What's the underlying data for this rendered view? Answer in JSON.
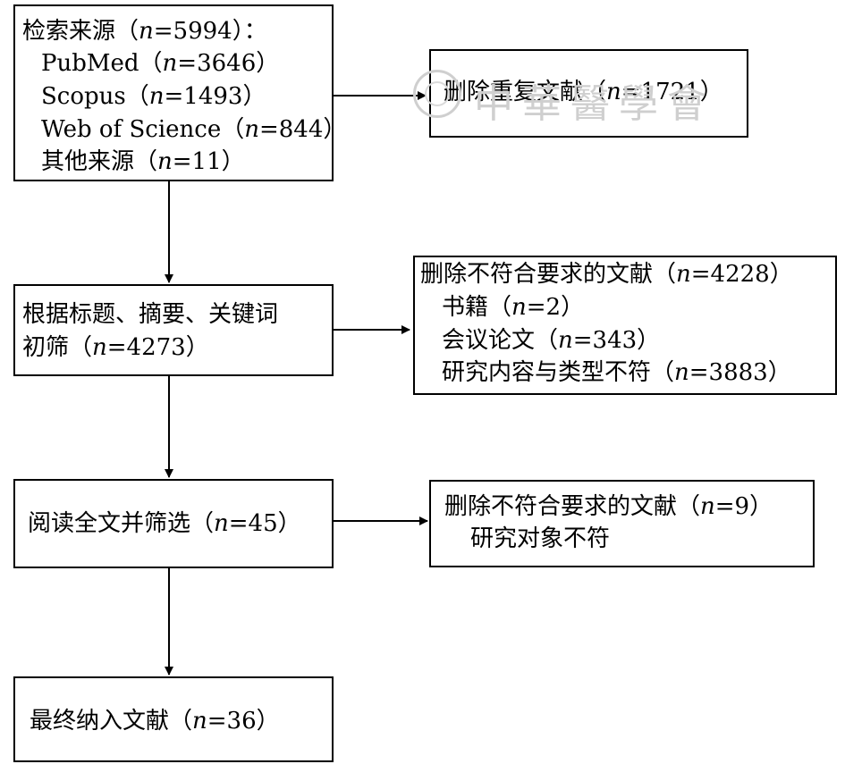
{
  "n_symbol": "n",
  "search": {
    "title_prefix": "检索来源（",
    "title_value": "=5994）：",
    "sources": [
      {
        "prefix": "PubMed（",
        "value": "=3646）"
      },
      {
        "prefix": "Scopus（",
        "value": "=1493）"
      },
      {
        "prefix": "Web of Science（",
        "value": "=844）"
      },
      {
        "prefix": "其他来源（",
        "value": "=11）"
      }
    ]
  },
  "duplicates": {
    "prefix": "删除重复文献（",
    "value": "=1721）"
  },
  "title_screen": {
    "line1": "根据标题、摘要、关键词",
    "line2_prefix": "初筛（",
    "line2_value": "=4273）"
  },
  "exclude1": {
    "title_prefix": "删除不符合要求的文献（",
    "title_value": "=4228）",
    "items": [
      {
        "prefix": "书籍（",
        "value": "=2）"
      },
      {
        "prefix": "会议论文（",
        "value": "=343）"
      },
      {
        "prefix": "研究内容与类型不符（",
        "value": "=3883）"
      }
    ]
  },
  "fulltext": {
    "prefix": "阅读全文并筛选（",
    "value": "=45）"
  },
  "exclude2": {
    "title_prefix": "删除不符合要求的文献（",
    "title_value": "=9）",
    "reason": "研究对象不符"
  },
  "included": {
    "prefix": "最终纳入文献（",
    "value": "=36）"
  },
  "watermark": {
    "text": "中華醫學會"
  }
}
